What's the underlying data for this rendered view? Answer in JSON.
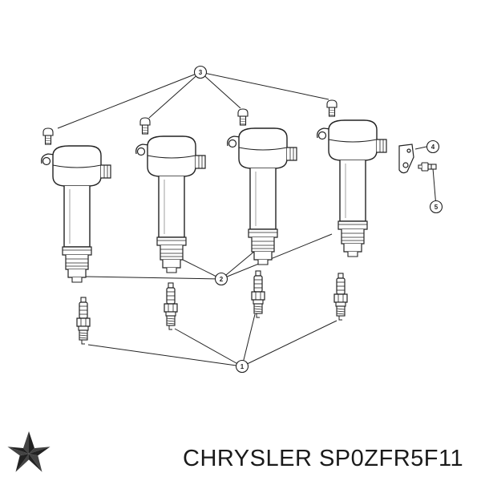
{
  "callouts": [
    "1",
    "2",
    "3",
    "4",
    "5"
  ],
  "brand": "CHRYSLER",
  "part_number": "SP0ZFR5F11",
  "icons": {
    "logo": "chrysler-pentastar-icon"
  }
}
